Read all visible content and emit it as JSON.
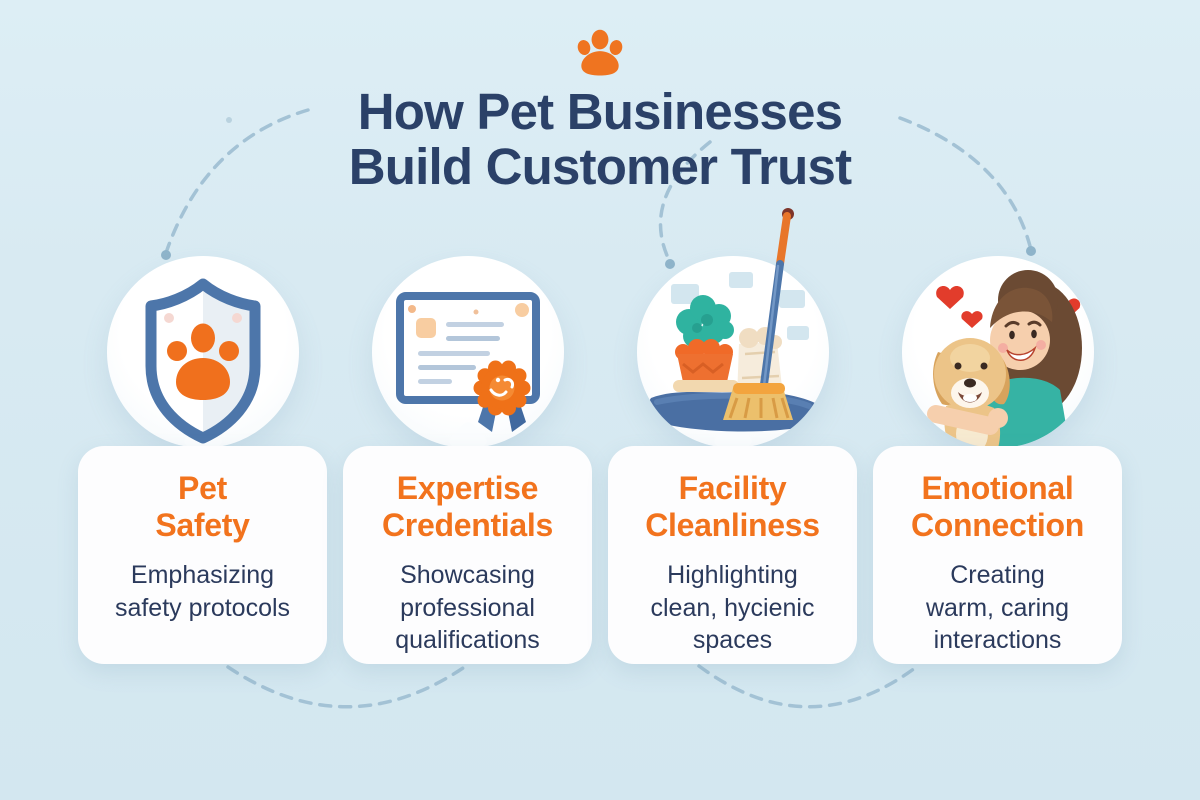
{
  "header": {
    "paw_icon": "paw-icon",
    "title_line1": "How Pet Businesses",
    "title_line2": "Build Customer Trust"
  },
  "colors": {
    "background": "#d9ecf2",
    "title_navy": "#2b4168",
    "accent_orange": "#f2731d",
    "body_navy": "#2b3a5c",
    "card_background": "#fdfdfe",
    "dashed_line": "#a3c2d5",
    "illustration_blue": "#4d76aa",
    "illustration_teal": "#36b3a4"
  },
  "cards": [
    {
      "id": "pet-safety",
      "icon": "shield-paw-icon",
      "title_lines": [
        "Pet",
        "Safety"
      ],
      "description_lines": [
        "Emphasizing",
        "safety protocols",
        ""
      ]
    },
    {
      "id": "expertise-credentials",
      "icon": "certificate-ribbon-icon",
      "title_lines": [
        "Expertise",
        "Credentials"
      ],
      "description_lines": [
        "Showcasing",
        "professional",
        "qualifications"
      ]
    },
    {
      "id": "facility-cleanliness",
      "icon": "cleaning-supplies-icon",
      "title_lines": [
        "Facility",
        "Cleanliness"
      ],
      "description_lines": [
        "Highlighting",
        "clean, hycienic",
        "spaces"
      ]
    },
    {
      "id": "emotional-connection",
      "icon": "woman-hugging-dog-icon",
      "title_lines": [
        "Emotional",
        "Connection"
      ],
      "description_lines": [
        "Creating",
        "warm, caring",
        "interactions"
      ]
    }
  ]
}
